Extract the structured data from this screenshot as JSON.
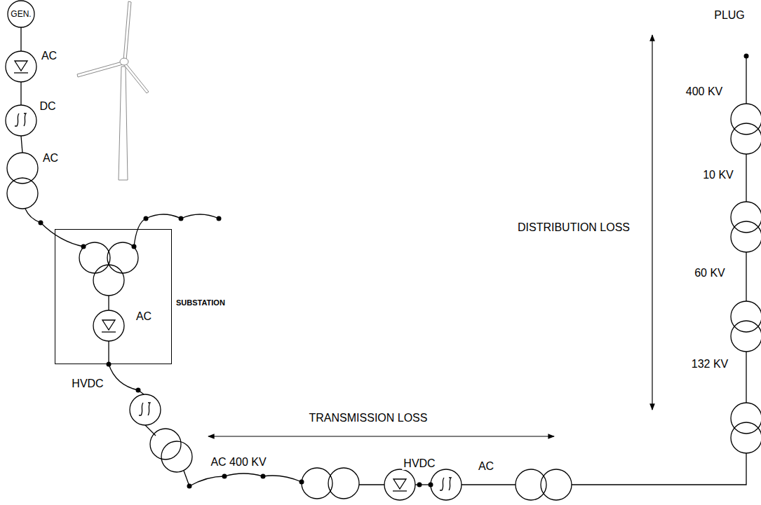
{
  "diagram": {
    "nodes": [
      {
        "text": [
          "GEN."
        ]
      },
      {
        "text": [
          "SUBSTATION"
        ]
      }
    ],
    "labels": [
      "AC",
      "DC",
      "AC",
      "AC",
      "HVDC",
      "AC 400 KV",
      "TRANSMISSION LOSS",
      "HVDC",
      "AC",
      "DISTRIBUTION LOSS",
      "PLUG",
      "400 KV",
      "10 KV",
      "60 KV",
      "132 KV"
    ]
  }
}
